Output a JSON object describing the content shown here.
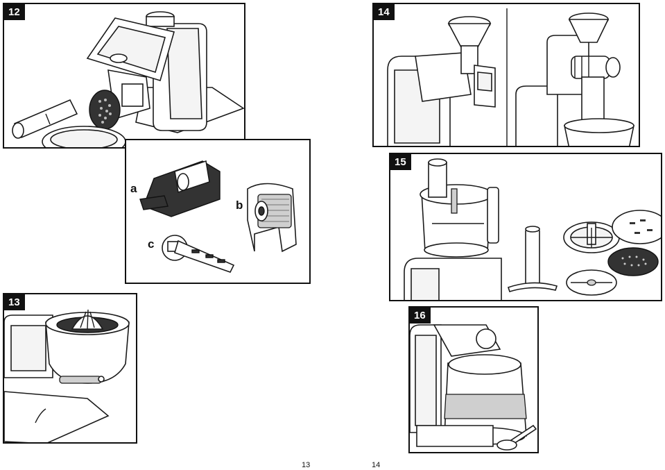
{
  "panels": {
    "p12": {
      "number": "12"
    },
    "p13": {
      "number": "13"
    },
    "p14": {
      "number": "14"
    },
    "p15": {
      "number": "15"
    },
    "p16": {
      "number": "16"
    }
  },
  "accessory_labels": {
    "a": "a",
    "b": "b",
    "c": "c"
  },
  "page_numbers": {
    "left": "13",
    "right": "14"
  },
  "colors": {
    "ink": "#111111",
    "paper": "#ffffff",
    "panel_label_bg": "#111111",
    "panel_label_text": "#ffffff"
  }
}
